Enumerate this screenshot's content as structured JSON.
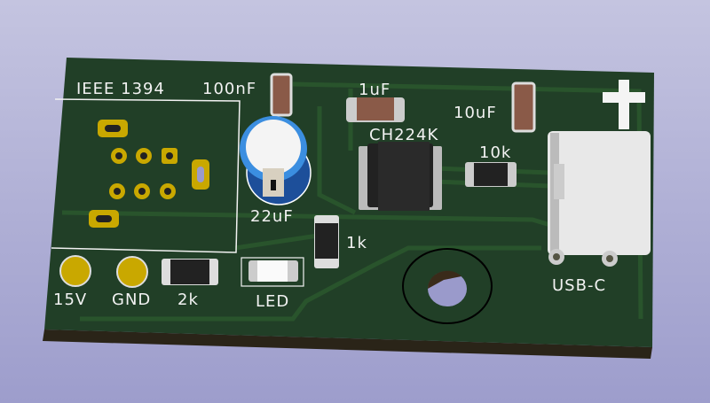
{
  "viewer": {
    "title": "PCB 3D view"
  },
  "board": {
    "connector_label": "IEEE 1394",
    "labels": {
      "c_100nf": "100nF",
      "c_1uf": "1uF",
      "c_10uf": "10uF",
      "c_22uf": "22uF",
      "ic": "CH224K",
      "r_10k": "10k",
      "r_1k": "1k",
      "r_2k": "2k",
      "led": "LED",
      "pad_15v": "15V",
      "pad_gnd": "GND",
      "usb": "USB-C"
    },
    "colors": {
      "soldermask": "#213f27",
      "silkscreen": "#f2f2f2",
      "pad": "#c9a800",
      "background": "#b0b0d8"
    }
  }
}
